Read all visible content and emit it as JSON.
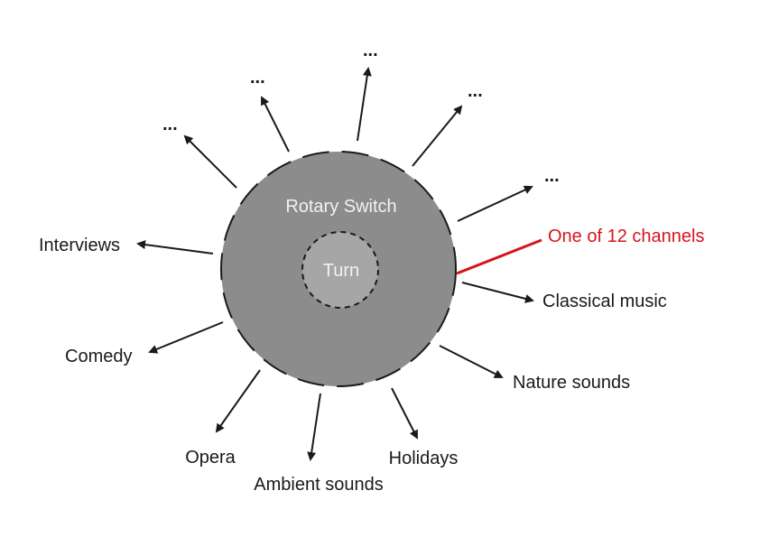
{
  "switch": {
    "title": "Rotary Switch",
    "knob_label": "Turn"
  },
  "callout": {
    "label": "One of 12 channels",
    "color": "#d7141b"
  },
  "channels": {
    "classical": "Classical music",
    "nature": "Nature sounds",
    "holidays": "Holidays",
    "ambient": "Ambient sounds",
    "opera": "Opera",
    "comedy": "Comedy",
    "interviews": "Interviews",
    "more_1": "...",
    "more_2": "...",
    "more_3": "...",
    "more_4": "...",
    "more_5": "..."
  },
  "colors": {
    "outer_disc": "#8c8c8c",
    "inner_knob": "#a6a6a6",
    "arrow": "#1a1a1a"
  }
}
